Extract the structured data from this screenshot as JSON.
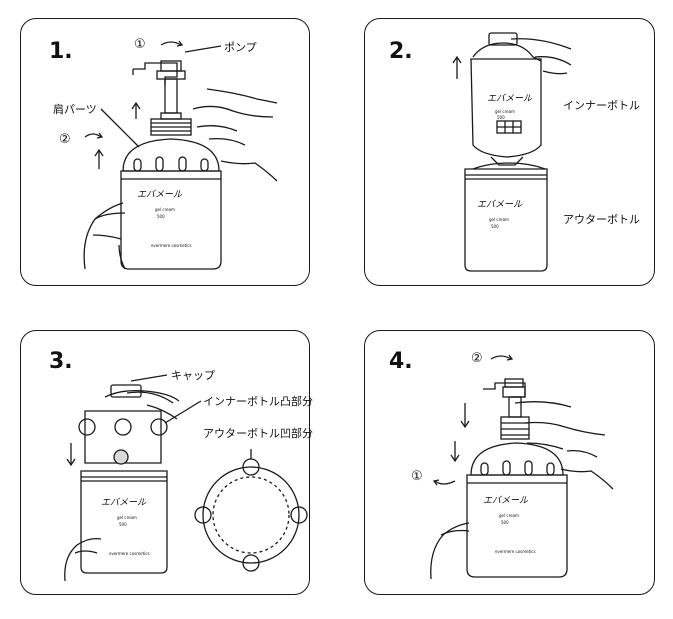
{
  "steps": [
    {
      "number": "1.",
      "labels": {
        "pump": "ポンプ",
        "shoulder": "肩パーツ"
      },
      "markers": [
        "①",
        "②"
      ]
    },
    {
      "number": "2.",
      "labels": {
        "inner_bottle": "インナーボトル",
        "outer_bottle": "アウターボトル"
      }
    },
    {
      "number": "3.",
      "labels": {
        "cap": "キャップ",
        "inner_convex": "インナーボトル凸部分",
        "outer_concave": "アウターボトル凹部分"
      }
    },
    {
      "number": "4.",
      "markers": [
        "②",
        "①"
      ]
    }
  ],
  "product": {
    "brand": "エバメール",
    "line1": "gel cream",
    "line2": "500",
    "line3": "evermere cosmetics"
  }
}
